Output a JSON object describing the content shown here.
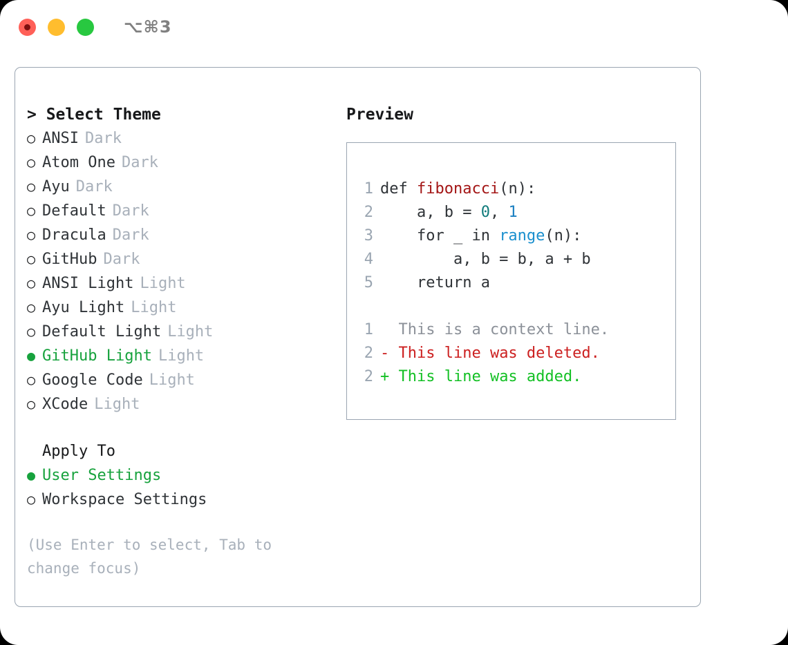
{
  "titlebar": {
    "shortcut": "⌥⌘3",
    "lights": [
      {
        "name": "close",
        "color": "#ff6058",
        "recording": true
      },
      {
        "name": "minimize",
        "color": "#ffbd2e",
        "recording": false
      },
      {
        "name": "maximize",
        "color": "#28c840",
        "recording": false
      }
    ]
  },
  "colors": {
    "accent_green": "#17a23d",
    "muted": "#a8b0ba",
    "border": "#9aa5b1",
    "text": "#2f3337",
    "diff_add": "#13c024",
    "diff_del": "#cc2020",
    "diff_ctx": "#8c9199",
    "code_fn": "#a31515",
    "code_num": "#0f7a7a",
    "code_builtin": "#1a8fce"
  },
  "theme_picker": {
    "heading": "> Select Theme",
    "items": [
      {
        "bullet": "○",
        "label": "ANSI",
        "tag": "Dark",
        "selected": false
      },
      {
        "bullet": "○",
        "label": "Atom One",
        "tag": "Dark",
        "selected": false
      },
      {
        "bullet": "○",
        "label": "Ayu",
        "tag": "Dark",
        "selected": false
      },
      {
        "bullet": "○",
        "label": "Default",
        "tag": "Dark",
        "selected": false
      },
      {
        "bullet": "○",
        "label": "Dracula",
        "tag": "Dark",
        "selected": false
      },
      {
        "bullet": "○",
        "label": "GitHub",
        "tag": "Dark",
        "selected": false
      },
      {
        "bullet": "○",
        "label": "ANSI Light",
        "tag": "Light",
        "selected": false
      },
      {
        "bullet": "○",
        "label": "Ayu Light",
        "tag": "Light",
        "selected": false
      },
      {
        "bullet": "○",
        "label": "Default Light",
        "tag": "Light",
        "selected": false
      },
      {
        "bullet": "●",
        "label": "GitHub Light",
        "tag": "Light",
        "selected": true
      },
      {
        "bullet": "○",
        "label": "Google Code",
        "tag": "Light",
        "selected": false
      },
      {
        "bullet": "○",
        "label": "XCode",
        "tag": "Light",
        "selected": false
      }
    ]
  },
  "apply_to": {
    "heading": "Apply To",
    "items": [
      {
        "bullet": "●",
        "label": "User Settings",
        "selected": true
      },
      {
        "bullet": "○",
        "label": "Workspace Settings",
        "selected": false
      }
    ]
  },
  "hint": "(Use Enter to select, Tab to change focus)",
  "preview": {
    "title": "Preview",
    "code_lines": [
      {
        "num": "1",
        "tokens": [
          {
            "t": "def ",
            "c": "plain"
          },
          {
            "t": "fibonacci",
            "c": "fn"
          },
          {
            "t": "(n):",
            "c": "plain"
          }
        ]
      },
      {
        "num": "2",
        "tokens": [
          {
            "t": "    a, b = ",
            "c": "plain"
          },
          {
            "t": "0",
            "c": "num"
          },
          {
            "t": ", ",
            "c": "plain"
          },
          {
            "t": "1",
            "c": "num2"
          }
        ]
      },
      {
        "num": "3",
        "tokens": [
          {
            "t": "    for _ in ",
            "c": "plain"
          },
          {
            "t": "range",
            "c": "builtin"
          },
          {
            "t": "(n):",
            "c": "plain"
          }
        ]
      },
      {
        "num": "4",
        "tokens": [
          {
            "t": "        a, b = b, a + b",
            "c": "plain"
          }
        ]
      },
      {
        "num": "5",
        "tokens": [
          {
            "t": "    return a",
            "c": "plain"
          }
        ]
      }
    ],
    "diff_lines": [
      {
        "num": "1",
        "marker": " ",
        "text": " This is a context line.",
        "kind": "ctx"
      },
      {
        "num": "2",
        "marker": "-",
        "text": " This line was deleted.",
        "kind": "del"
      },
      {
        "num": "2",
        "marker": "+",
        "text": " This line was added.",
        "kind": "add"
      }
    ]
  }
}
